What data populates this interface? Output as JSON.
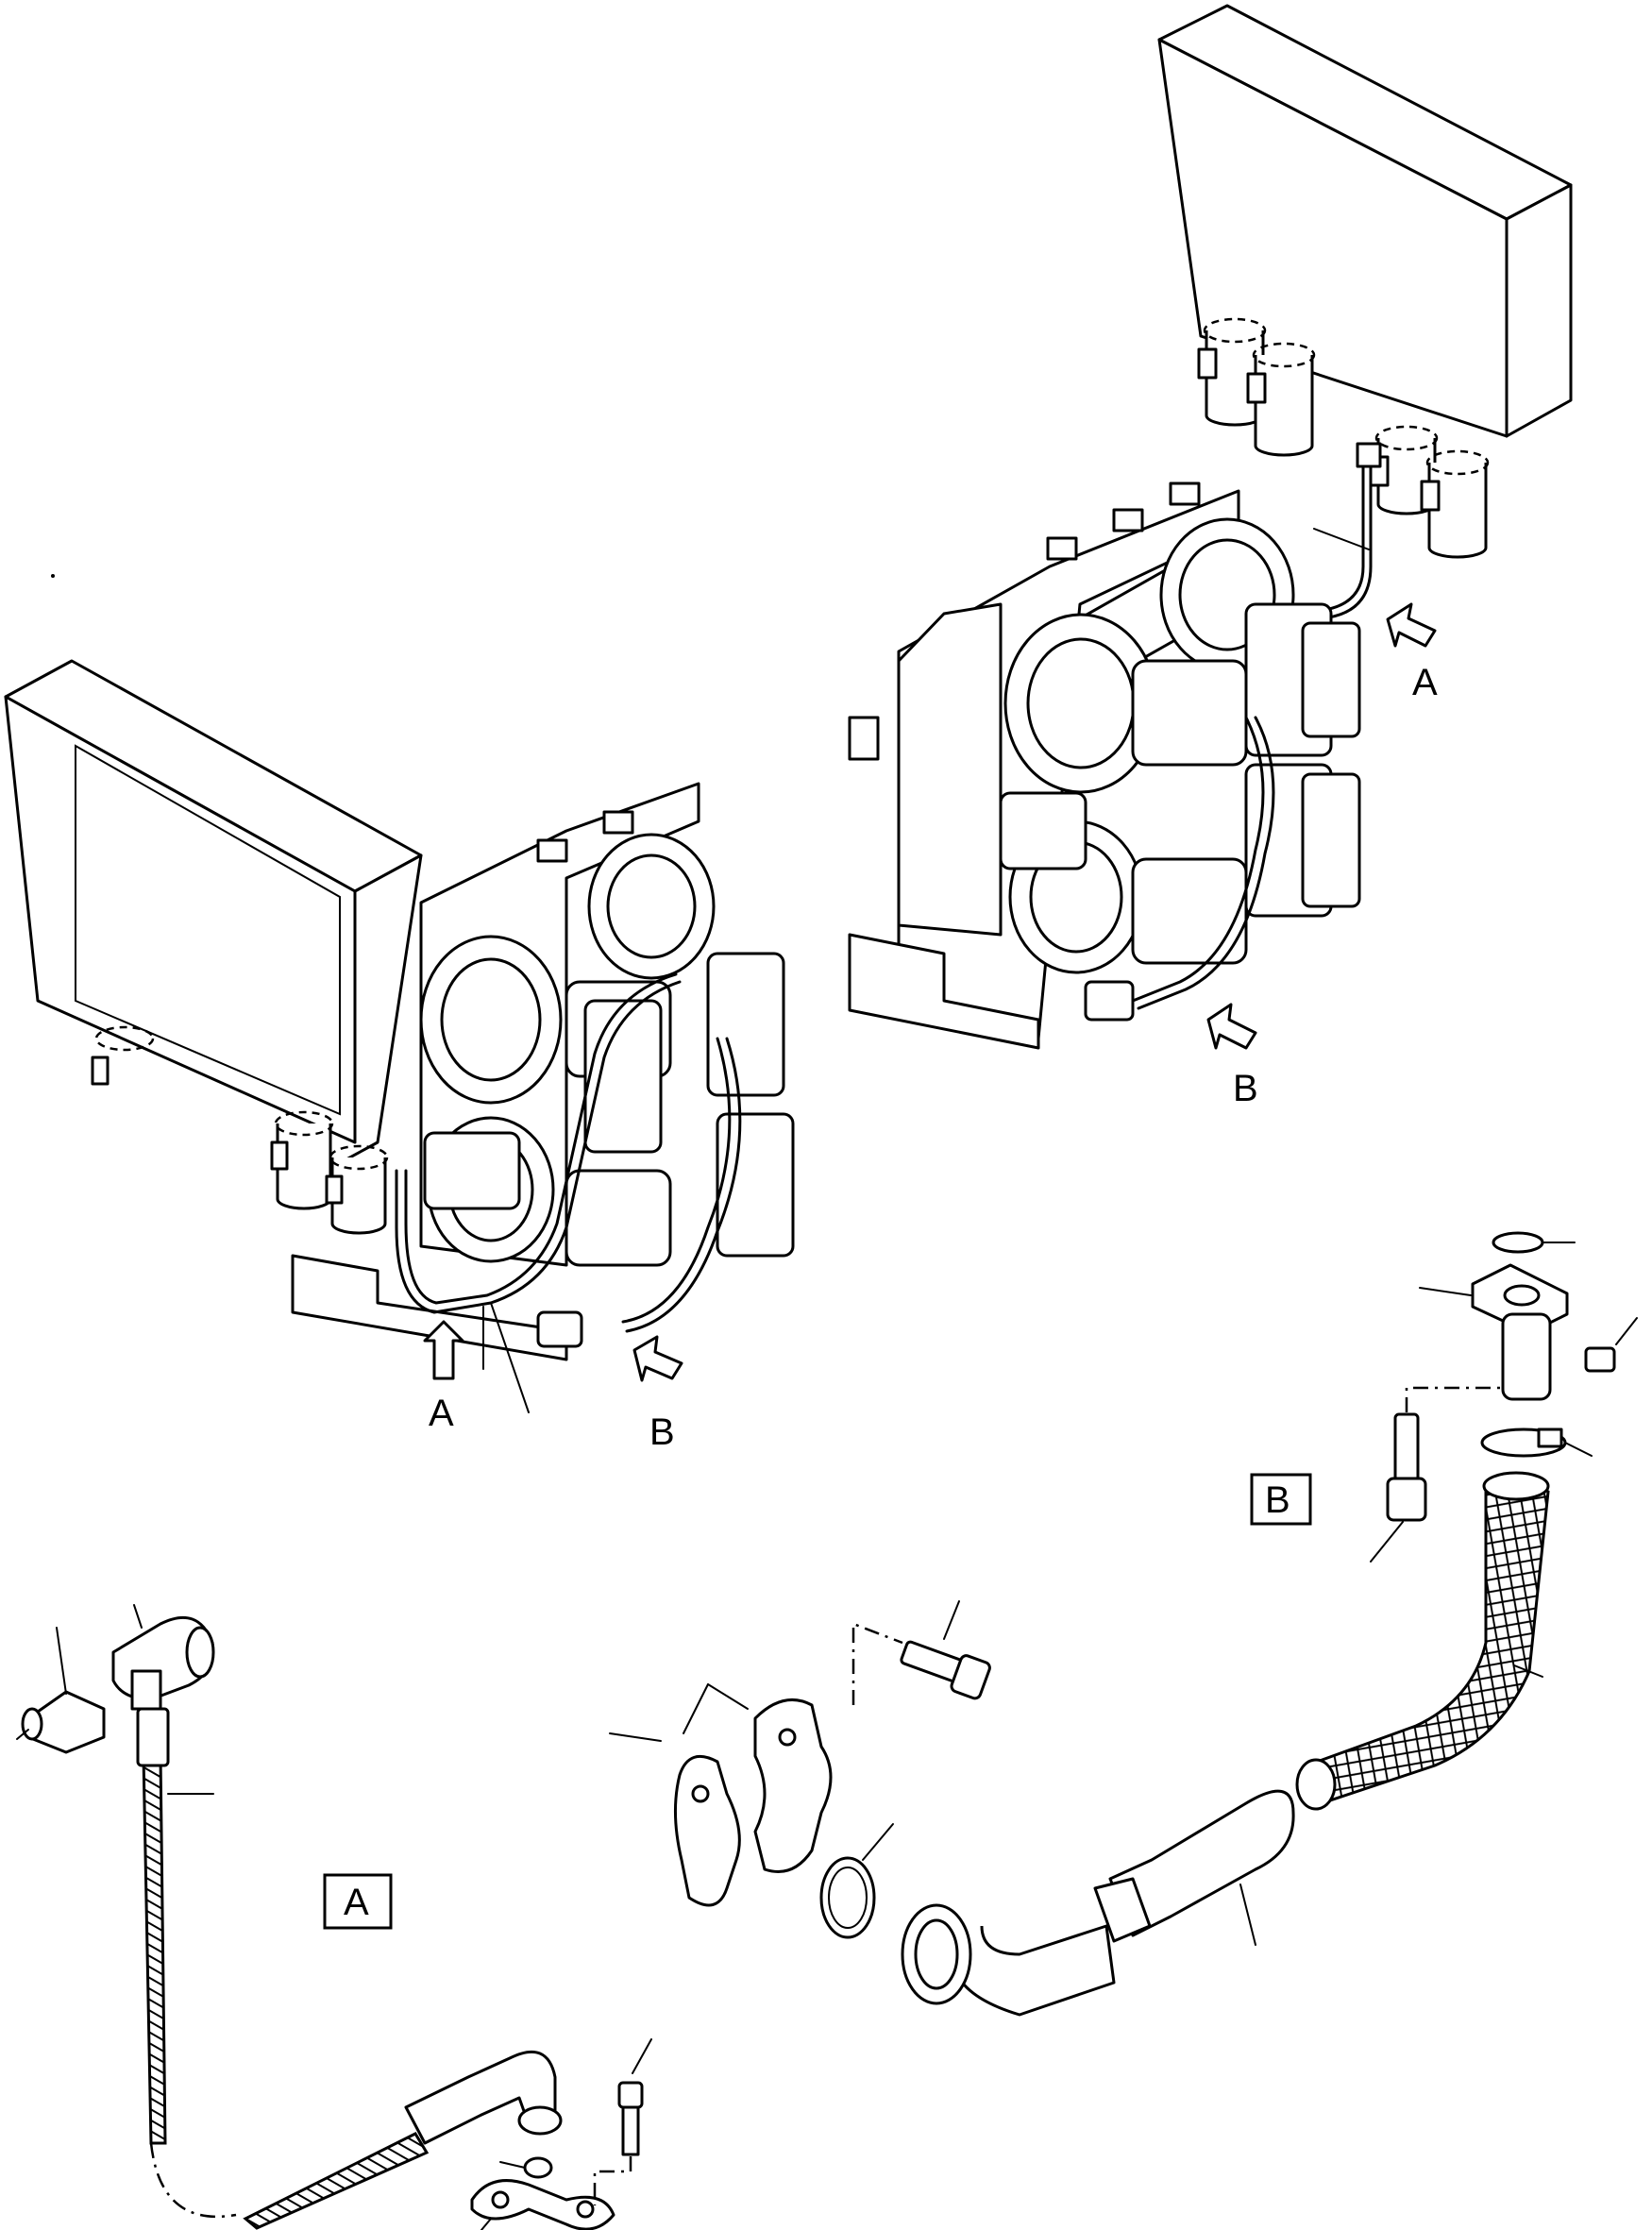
{
  "view_labels": {
    "top_right_a": "A",
    "top_right_b": "B",
    "left_a": "A",
    "left_b": "B"
  },
  "detail_boxes": {
    "detail_a": "A",
    "detail_b": "B"
  }
}
